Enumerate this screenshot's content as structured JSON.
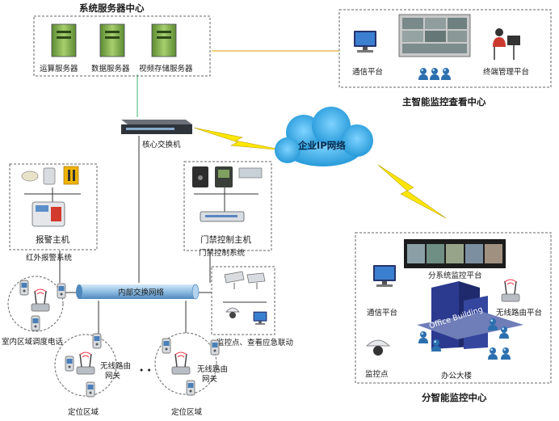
{
  "server_center": {
    "title": "系统服务器中心",
    "servers": [
      "运算服务器",
      "数据服务器",
      "视频存储服务器"
    ]
  },
  "main_center": {
    "title": "主智能监控查看中心",
    "comm_platform": "通信平台",
    "terminal_platform": "终端管理平台"
  },
  "core_switch": "核心交换机",
  "cloud": "企业IP网络",
  "alarm": {
    "host": "报警主机",
    "system": "红外报警系统"
  },
  "access": {
    "host": "门禁控制主机",
    "system": "门禁控制系统"
  },
  "internal_network": "内部交换网络",
  "monitor_point_label": "监控点、查看应急联动",
  "indoor_phone": "室内区域调度电话",
  "routers": [
    {
      "line1": "无线路由",
      "line2": "网关",
      "area": "定位区域"
    },
    {
      "line1": "无线路由",
      "line2": "网关",
      "area": "定位区域"
    }
  ],
  "ellipsis": "• • •",
  "branch": {
    "subsystem": "分系统监控平台",
    "comm_platform": "通信平台",
    "router_platform": "无线路由平台",
    "monitor_point": "监控点",
    "building_sign": "Office Building",
    "building": "办公大楼",
    "title": "分智能监控中心"
  },
  "colors": {
    "bolt": "#ffe600",
    "cloud": "#2aa8e8",
    "green_link": "#3cb371",
    "orange_link": "#e0a000",
    "pipe": "#7fb2dd",
    "server": "#7faa4e",
    "building": "#2b3a8f"
  }
}
